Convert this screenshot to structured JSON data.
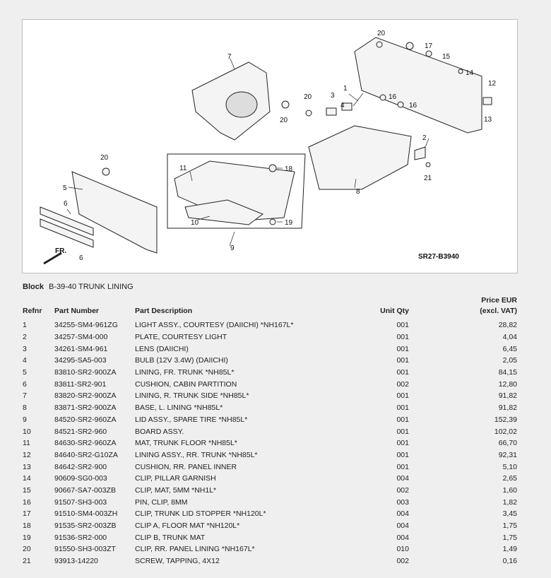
{
  "diagram": {
    "code": "SR27-B3940",
    "front_label": "FR.",
    "callouts": [
      "1",
      "2",
      "3",
      "4",
      "5",
      "6",
      "6",
      "7",
      "8",
      "9",
      "10",
      "11",
      "12",
      "13",
      "14",
      "15",
      "16",
      "16",
      "17",
      "18",
      "19",
      "20",
      "20",
      "20",
      "20",
      "21"
    ]
  },
  "block": {
    "label": "Block",
    "value": "B-39-40 TRUNK LINING"
  },
  "table": {
    "headers": {
      "refnr": "Refnr",
      "part_number": "Part Number",
      "description": "Part Description",
      "unit_qty": "Unit Qty",
      "price_line1": "Price EUR",
      "price_line2": "(excl. VAT)"
    },
    "rows": [
      {
        "ref": "1",
        "part": "34255-SM4-961ZG",
        "desc": "LIGHT ASSY., COURTESY (DAIICHI) *NH167L*",
        "qty": "001",
        "price": "28,82"
      },
      {
        "ref": "2",
        "part": "34257-SM4-000",
        "desc": "PLATE, COURTESY LIGHT",
        "qty": "001",
        "price": "4,04"
      },
      {
        "ref": "3",
        "part": "34261-SM4-961",
        "desc": "LENS (DAIICHI)",
        "qty": "001",
        "price": "6,45"
      },
      {
        "ref": "4",
        "part": "34295-SA5-003",
        "desc": "BULB (12V 3.4W) (DAIICHI)",
        "qty": "001",
        "price": "2,05"
      },
      {
        "ref": "5",
        "part": "83810-SR2-900ZA",
        "desc": "LINING, FR. TRUNK *NH85L*",
        "qty": "001",
        "price": "84,15"
      },
      {
        "ref": "6",
        "part": "83811-SR2-901",
        "desc": "CUSHION, CABIN PARTITION",
        "qty": "002",
        "price": "12,80"
      },
      {
        "ref": "7",
        "part": "83820-SR2-900ZA",
        "desc": "LINING, R. TRUNK SIDE *NH85L*",
        "qty": "001",
        "price": "91,82"
      },
      {
        "ref": "8",
        "part": "83871-SR2-900ZA",
        "desc": "BASE, L. LINING *NH85L*",
        "qty": "001",
        "price": "91,82"
      },
      {
        "ref": "9",
        "part": "84520-SR2-960ZA",
        "desc": "LID ASSY., SPARE TIRE *NH85L*",
        "qty": "001",
        "price": "152,39"
      },
      {
        "ref": "10",
        "part": "84521-SR2-960",
        "desc": "BOARD ASSY.",
        "qty": "001",
        "price": "102,02"
      },
      {
        "ref": "11",
        "part": "84630-SR2-960ZA",
        "desc": "MAT, TRUNK FLOOR *NH85L*",
        "qty": "001",
        "price": "66,70"
      },
      {
        "ref": "12",
        "part": "84640-SR2-G10ZA",
        "desc": "LINING ASSY., RR. TRUNK *NH85L*",
        "qty": "001",
        "price": "92,31"
      },
      {
        "ref": "13",
        "part": "84642-SR2-900",
        "desc": "CUSHION, RR. PANEL INNER",
        "qty": "001",
        "price": "5,10"
      },
      {
        "ref": "14",
        "part": "90609-SG0-003",
        "desc": "CLIP, PILLAR GARNISH",
        "qty": "004",
        "price": "2,65"
      },
      {
        "ref": "15",
        "part": "90667-SA7-003ZB",
        "desc": "CLIP, MAT, 5MM *NH1L*",
        "qty": "002",
        "price": "1,60"
      },
      {
        "ref": "16",
        "part": "91507-SH3-003",
        "desc": "PIN, CLIP, 8MM",
        "qty": "003",
        "price": "1,82"
      },
      {
        "ref": "17",
        "part": "91510-SM4-003ZH",
        "desc": "CLIP, TRUNK LID STOPPER *NH120L*",
        "qty": "004",
        "price": "3,45"
      },
      {
        "ref": "18",
        "part": "91535-SR2-003ZB",
        "desc": "CLIP A, FLOOR MAT *NH120L*",
        "qty": "004",
        "price": "1,75"
      },
      {
        "ref": "19",
        "part": "91536-SR2-000",
        "desc": "CLIP B, TRUNK MAT",
        "qty": "004",
        "price": "1,75"
      },
      {
        "ref": "20",
        "part": "91550-SH3-003ZT",
        "desc": "CLIP, RR. PANEL LINING *NH167L*",
        "qty": "010",
        "price": "1,49"
      },
      {
        "ref": "21",
        "part": "93913-14220",
        "desc": "SCREW, TAPPING, 4X12",
        "qty": "002",
        "price": "0,16"
      }
    ]
  }
}
